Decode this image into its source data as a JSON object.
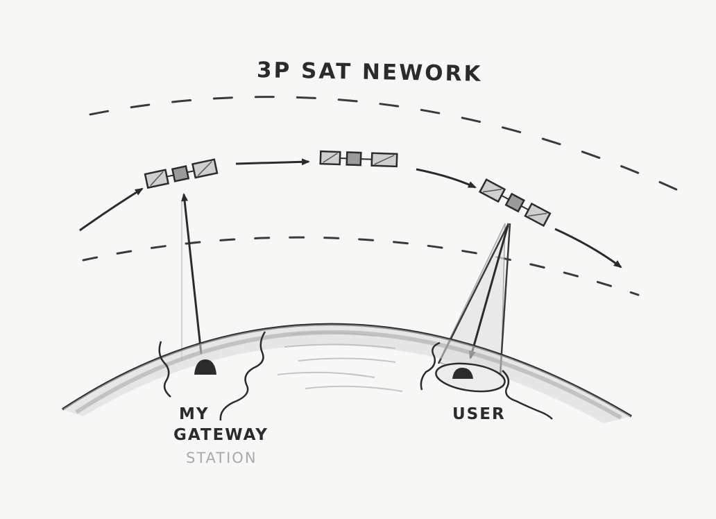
{
  "title": "3P SAT NEWORK",
  "gateway_label": [
    "MY",
    "GATEWAY",
    "STATION"
  ],
  "user_label": "USER",
  "colors": {
    "ink": "#2b2b2b",
    "pencil_light": "#a9a9a9",
    "paper": "#f7f7f5"
  }
}
